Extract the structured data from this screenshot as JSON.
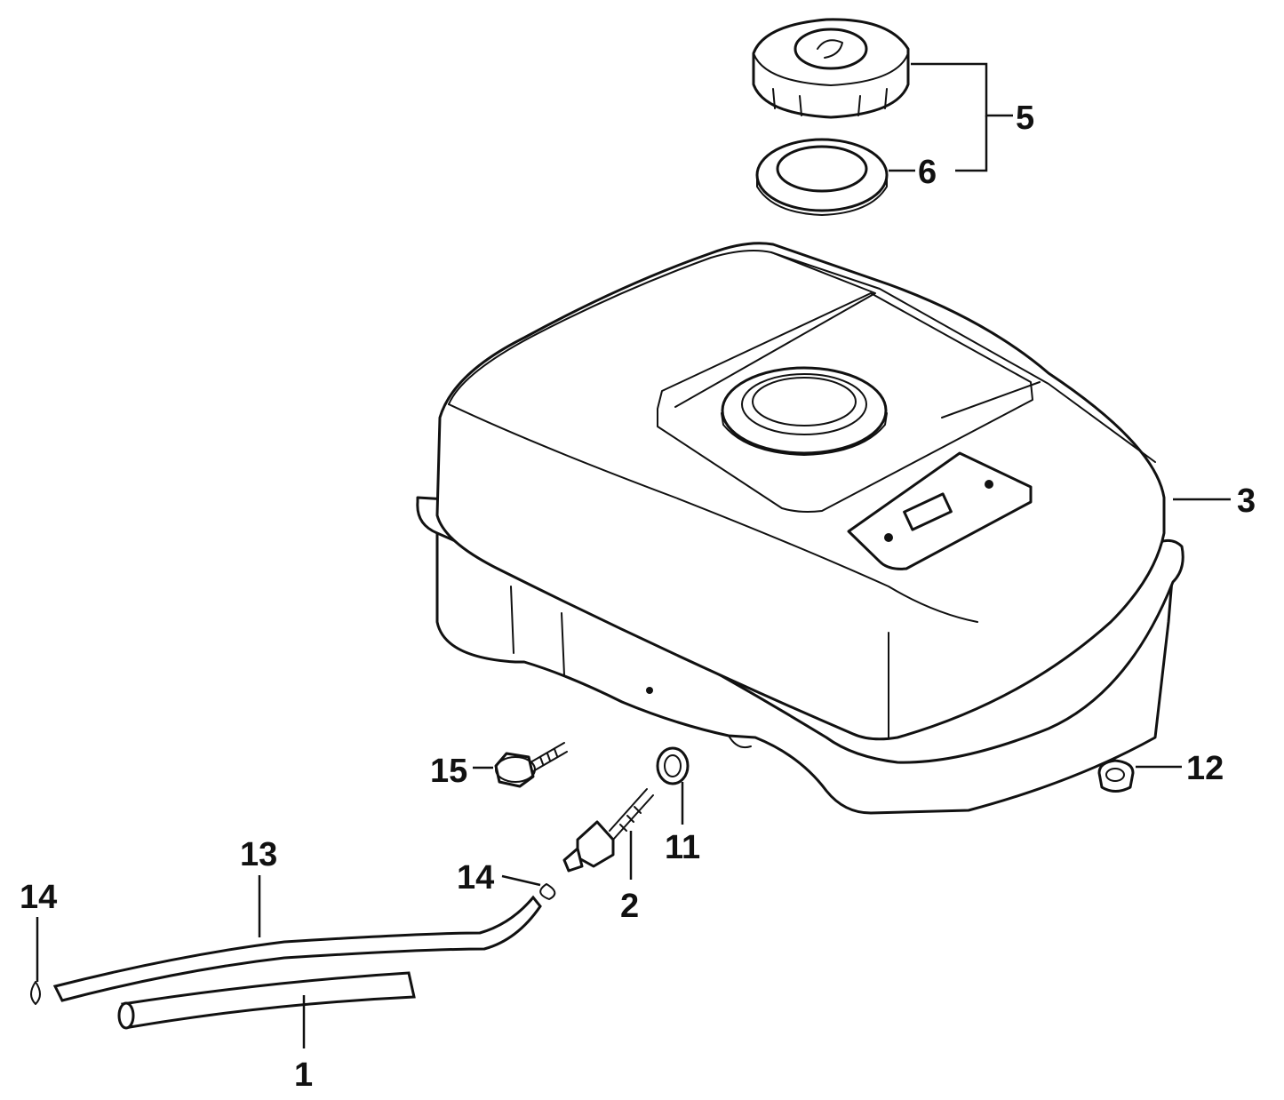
{
  "callouts": {
    "c1": "1",
    "c2": "2",
    "c3": "3",
    "c5": "5",
    "c6": "6",
    "c11": "11",
    "c12": "12",
    "c13": "13",
    "c14a": "14",
    "c14b": "14",
    "c15": "15"
  },
  "parts": [
    {
      "id": "fuel-tank",
      "callout": "3"
    },
    {
      "id": "filler-cap",
      "callout": "5"
    },
    {
      "id": "cap-gasket",
      "callout": "6"
    },
    {
      "id": "fuel-valve",
      "callout": "2"
    },
    {
      "id": "washer",
      "callout": "11"
    },
    {
      "id": "plug",
      "callout": "12"
    },
    {
      "id": "fuel-tube",
      "callout": "13"
    },
    {
      "id": "tube",
      "callout": "1"
    },
    {
      "id": "tube-clip",
      "callout": "14"
    },
    {
      "id": "flange-bolt",
      "callout": "15"
    }
  ]
}
